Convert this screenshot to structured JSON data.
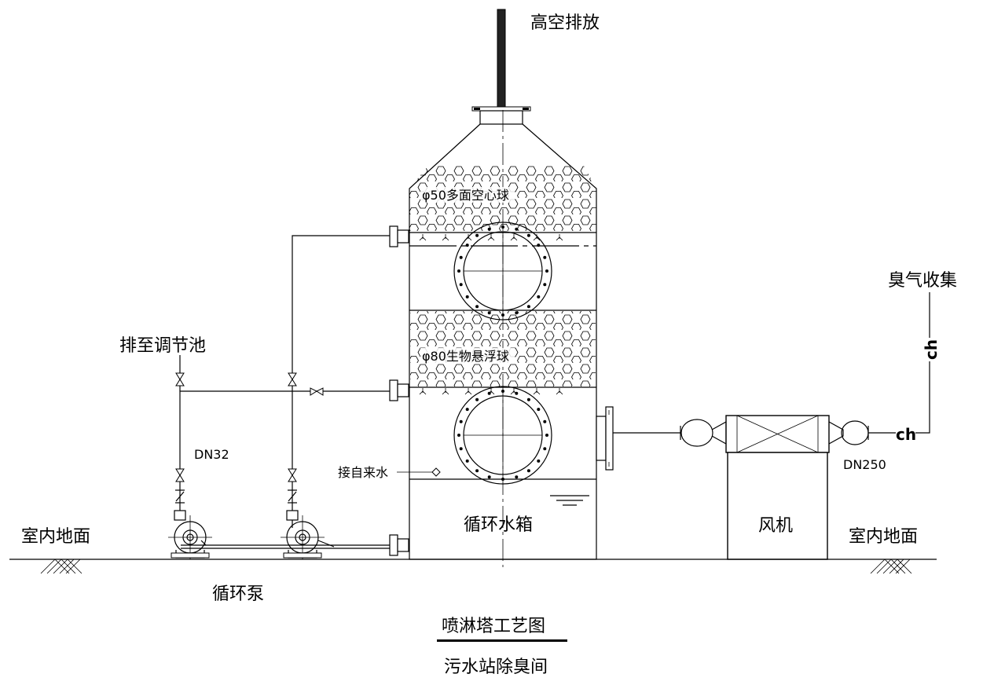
{
  "labels": {
    "exhaust": "高空排放",
    "media_top": "φ50多面空心球",
    "media_mid": "φ80生物悬浮球",
    "drain_to": "排至调节池",
    "pipe_size_small": "DN32",
    "tap_water": "接自来水",
    "tank": "循环水箱",
    "fan": "风机",
    "odor_collect": "臭气收集",
    "pipe_code_vertical": "ch",
    "pipe_code_horizontal": "ch",
    "pipe_size_large": "DN250",
    "floor_left": "室内地面",
    "floor_right": "室内地面",
    "pump": "循环泵"
  },
  "title": {
    "main": "喷淋塔工艺图",
    "sub": "污水站除臭间"
  },
  "icons": [
    "gate-valve-icon",
    "check-valve-icon",
    "centrifugal-pump-icon",
    "spray-nozzle-icon",
    "flange-icon",
    "ground-hatch-icon",
    "manhole-icon",
    "water-level-icon"
  ]
}
